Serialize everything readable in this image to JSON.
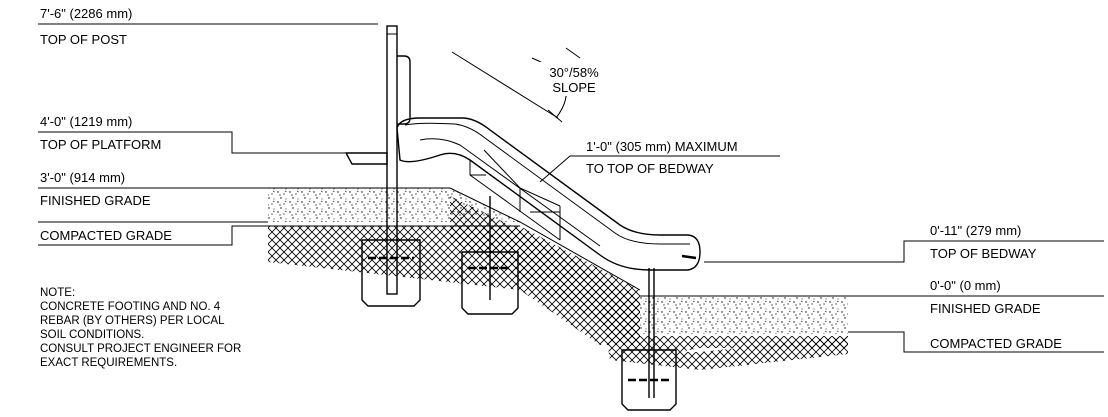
{
  "labels": {
    "top_of_post": {
      "dimension": "7'-6\" (2286 mm)",
      "name": "TOP OF POST"
    },
    "top_of_platform": {
      "dimension": "4'-0\" (1219 mm)",
      "name": "TOP OF PLATFORM"
    },
    "finished_grade_upper": {
      "dimension": "3'-0\" (914 mm)",
      "name": "FINISHED GRADE"
    },
    "compacted_grade_upper": {
      "name": "COMPACTED GRADE"
    },
    "slope": {
      "line1": "30°/58%",
      "line2": "SLOPE"
    },
    "bedway_max": {
      "line1": "1'-0\" (305 mm) MAXIMUM",
      "line2": "TO TOP OF BEDWAY"
    },
    "top_of_bedway": {
      "dimension": "0'-11\" (279 mm)",
      "name": "TOP OF BEDWAY"
    },
    "finished_grade_lower": {
      "dimension": "0'-0\" (0 mm)",
      "name": "FINISHED GRADE"
    },
    "compacted_grade_lower": {
      "name": "COMPACTED GRADE"
    }
  },
  "note": {
    "lines": [
      "NOTE:",
      "CONCRETE FOOTING AND NO. 4",
      "REBAR (BY OTHERS) PER LOCAL",
      "SOIL CONDITIONS.",
      "CONSULT PROJECT ENGINEER FOR",
      "EXACT REQUIREMENTS."
    ]
  },
  "colors": {
    "line": "#000000",
    "background": "#ffffff"
  }
}
